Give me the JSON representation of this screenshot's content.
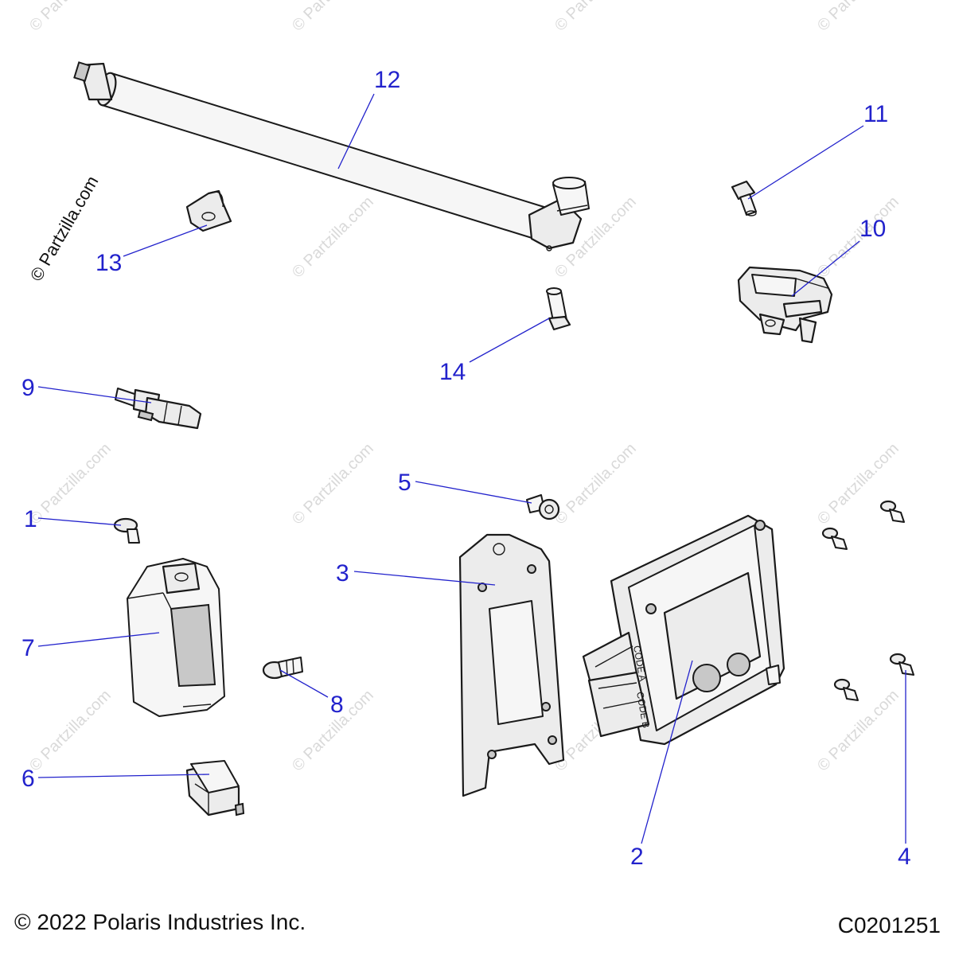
{
  "watermark": "© Partzilla.com",
  "side_watermark": "© Partzilla.com",
  "copyright": "© 2022 Polaris Industries Inc.",
  "diagram_code": "C0201251",
  "ecu_labels": {
    "code_a": "CODE A",
    "code_b": "CODE B"
  },
  "callouts": {
    "c1": "1",
    "c2": "2",
    "c3": "3",
    "c4": "4",
    "c5": "5",
    "c6": "6",
    "c7": "7",
    "c8": "8",
    "c9": "9",
    "c10": "10",
    "c11": "11",
    "c12": "12",
    "c13": "13",
    "c14": "14"
  },
  "colors": {
    "callout": "#2222cc",
    "line": "#1a1a1a",
    "part_fill": "#ececec"
  }
}
